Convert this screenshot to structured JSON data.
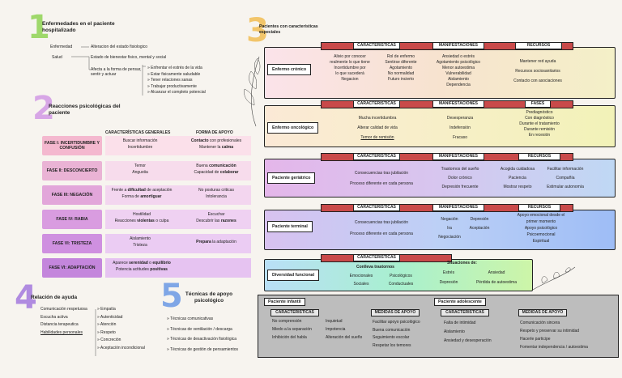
{
  "s1": {
    "num": "1",
    "title": "Enfermedades en el paciente hospitalizado",
    "enfermedad_label": "Enfermedad",
    "enfermedad_def": "Alteracion del estado fisiologico",
    "salud_label": "Salud",
    "salud_def": "Estado de bienestar fisico, mental y social",
    "afecta": "Afecta a la forma de pensar, sentir y actuar",
    "bullets": [
      "Enfrentar el estrés de la vida",
      "Estar fisicamente saludable",
      "Tener relaciones sanas",
      "Trabajar productivamente",
      "Alcanzar el completo potencial"
    ]
  },
  "s2": {
    "num": "2",
    "title": "Reacciones psicológicas del paciente",
    "col1": "CARACTERÍSTICAS GENERALES",
    "col2": "FORMA DE APOYO",
    "phases": [
      {
        "name": "FASE I: INCERTIDUMBRE Y CONFUSIÓN",
        "c1": "Buscar información",
        "c2": "Incertidumbre",
        "a1": "Contacto con profesionales",
        "a2": "Mantener la calma",
        "color": "#f4b8cf",
        "cellcolor": "#fbe0ea"
      },
      {
        "name": "FASE II: DESCONCIERTO",
        "c1": "Temor",
        "c2": "Angustia",
        "a1": "Buena comunicación",
        "a2": "Capacidad de colaborar",
        "color": "#eab3d5",
        "cellcolor": "#f7dcec"
      },
      {
        "name": "FASE III: NEGACIÓN",
        "c1": "Frente a dificultad de aceptación",
        "c2": "Forma de amortiguar",
        "a1": "No posturas criticas",
        "a2": "Intolerancia",
        "color": "#e2a6da",
        "cellcolor": "#f3d6ef"
      },
      {
        "name": "FASE IV: RABIA",
        "c1": "Hostilidad",
        "c2": "Reacciones violentas o culpa",
        "a1": "Escuchar",
        "a2": "Descubrir las razones",
        "color": "#d99ce0",
        "cellcolor": "#efd1f2"
      },
      {
        "name": "FASE VI: TRISTEZA",
        "c1": "Aislamiento",
        "c2": "Tristeza",
        "a1": "Prepara la adaptación",
        "a2": "",
        "color": "#cf90e0",
        "cellcolor": "#ebccf3"
      },
      {
        "name": "FASE VI: ADAPTACIÓN",
        "c1": "Aparece serenidad o equilibrio",
        "c2": "Potencia actitudes positivas",
        "a1": "",
        "a2": "",
        "color": "#c486dc",
        "cellcolor": "#e6c3f1"
      }
    ]
  },
  "s3": {
    "num": "3",
    "title": "Pacientes con características especiales",
    "rows": [
      {
        "label": "Enfermo crónico",
        "h1": "CARACTERÍSTICAS",
        "h2": "MANIFESTACIONES",
        "h3": "RECURSOS",
        "c1a": [
          "Alivio por conocer",
          "realmente lo que tiene",
          "Incertidumbre  por",
          "lo que sucederá",
          "Negacion"
        ],
        "c1b": [
          "Rol de enfermo",
          "Sentirse diferente",
          "Agotamiento",
          "No normalidad",
          "Futuro incierto"
        ],
        "c2": [
          "Ansiedad o estrés",
          "Agotamiento psicológico",
          "Menor autoestima",
          "Vulnerabilidad",
          "Aislamiento",
          "Dependencia"
        ],
        "c3": [
          "Mantener red ayuda",
          "Recursos sociosanitarios",
          "Contacto con asociaciones"
        ]
      },
      {
        "label": "Enfermo oncológico",
        "h1": "CARACTERÍSTICAS",
        "h2": "MANIFESTACIONES",
        "h3": "FASES",
        "c1a": [
          "Mucha incertidumbra",
          "Alterar calidad de vida",
          "Temor de remisión"
        ],
        "c2": [
          "Desesperanza",
          "Indefensión",
          "Fracaso"
        ],
        "c3": [
          "Prediagnóstico",
          "Con diagnóstico",
          "Durante el tratamiento",
          "Durante remisión",
          "En recesión"
        ]
      },
      {
        "label": "Paciente geriátrico",
        "h1": "CARACTERÍSTICAS",
        "h2": "MANIFESTACIONES",
        "h3": "RECURSOS",
        "c1a": [
          "Consecuencias tras jubilación",
          "Proceso diferente en cada persona"
        ],
        "c2": [
          "Trastornos del sueño",
          "Dolor crónico",
          "Depresión frecuente"
        ],
        "c3a": [
          "Acogida cuidadosa",
          "Paciencia",
          "Mostrar respeto"
        ],
        "c3b": [
          "Facilitar información",
          "Compañía",
          "Estimular autonomía"
        ]
      },
      {
        "label": "Paciente terminal",
        "h1": "CARACTERÍSTICAS",
        "h2": "MANIFESTACIONES",
        "h3": "RECURSOS",
        "c1a": [
          "Consecuencias tras jubilación",
          "Proceso diferente en cada persona"
        ],
        "c2a": [
          "Negación",
          "Ira",
          "Negociación"
        ],
        "c2b": [
          "Depresión",
          "Aceptación"
        ],
        "c3": [
          "Apoyo emocional desde el",
          "primer momento",
          "Apoyo psicológico",
          "Psicoemocional",
          "Espiritual"
        ]
      },
      {
        "label": "Diversidad funcional",
        "h1": "CARACTERÍSTICAS",
        "conflict": "Conlleva trastornos",
        "sit": "Situaciones de:",
        "c1a": [
          "Emocionales",
          "Sociales"
        ],
        "c1b": [
          "Psicológicos",
          "Conductuales"
        ],
        "c2a": [
          "Estrés",
          "Depresión"
        ],
        "c2b": [
          "Ansiedad",
          "Pérdida de autoestima"
        ]
      }
    ],
    "infant": {
      "label": "Paciente infantil",
      "h1": "CARACTERÍSTICAS",
      "h2": "MEDIDAS DE APOYO",
      "c1a": [
        "No comprensión",
        "Miedo a la separación",
        "Inhibición del habla"
      ],
      "c1b": [
        "Inquietud",
        "Impotencia",
        "Alteración del sueño"
      ],
      "c2": [
        "Facilitar apoyo psicológico",
        "Buena comunicación",
        "Seguimiento escolar",
        "Respetar los temores"
      ]
    },
    "adol": {
      "label": "Paciente adolescente",
      "h1": "CARACTERÍSTICAS",
      "h2": "MEDIDAS DE APOYO",
      "c1": [
        "Falta de intimidad",
        "Aislamiento",
        "Ansiedad y desesperación"
      ],
      "c2": [
        "Comunicación sincera",
        "Respeto y preservar su intimidad",
        "Hacerle participe",
        "Fomentar independencia / autoestima"
      ]
    }
  },
  "s4": {
    "num": "4",
    "title": "Relación de ayuda",
    "left": [
      "Comunicación respetuosa",
      "Escucha activa",
      "Distancia terapeutica",
      "Habilidades personales"
    ],
    "right": [
      "Empatía",
      "Autenticidad",
      "Atención",
      "Respeto",
      "Concreción",
      "Aceptación incondicional"
    ]
  },
  "s5": {
    "num": "5",
    "title": "Técnicas de apoyo psicológico",
    "items": [
      "Técnicas comunicativas",
      "Técnicas de ventilación / descarga",
      "Técnicas de desactivación fisiológica",
      "Técnicas de gestión de pensamientos"
    ]
  }
}
